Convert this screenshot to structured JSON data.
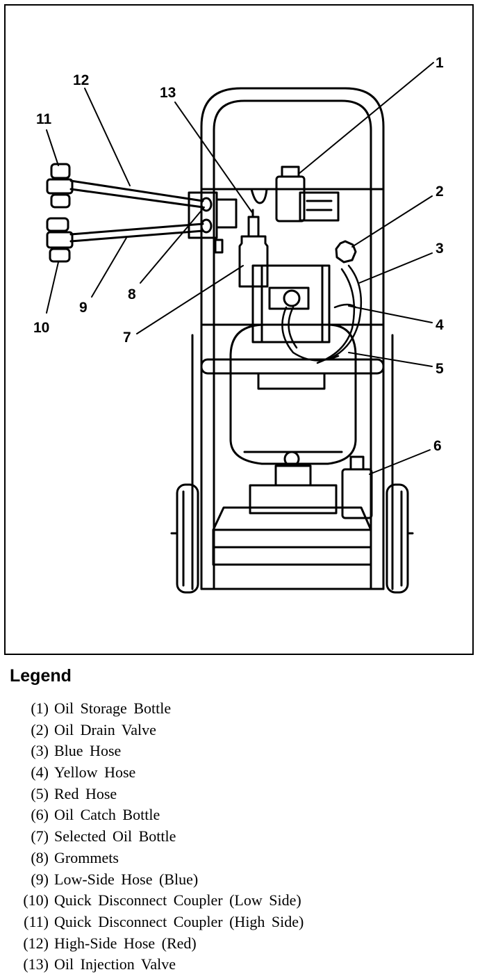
{
  "diagram": {
    "callouts": [
      "1",
      "2",
      "3",
      "4",
      "5",
      "6",
      "7",
      "8",
      "9",
      "10",
      "11",
      "12",
      "13"
    ]
  },
  "legend": {
    "title": "Legend",
    "items": [
      {
        "num": "(1)",
        "text": "Oil Storage Bottle"
      },
      {
        "num": "(2)",
        "text": "Oil Drain Valve"
      },
      {
        "num": "(3)",
        "text": "Blue Hose"
      },
      {
        "num": "(4)",
        "text": "Yellow Hose"
      },
      {
        "num": "(5)",
        "text": "Red Hose"
      },
      {
        "num": "(6)",
        "text": "Oil Catch Bottle"
      },
      {
        "num": "(7)",
        "text": "Selected Oil Bottle"
      },
      {
        "num": "(8)",
        "text": "Grommets"
      },
      {
        "num": "(9)",
        "text": "Low-Side Hose (Blue)"
      },
      {
        "num": "(10)",
        "text": "Quick Disconnect Coupler (Low Side)"
      },
      {
        "num": "(11)",
        "text": "Quick Disconnect Coupler (High Side)"
      },
      {
        "num": "(12)",
        "text": "High-Side Hose (Red)"
      },
      {
        "num": "(13)",
        "text": "Oil Injection Valve"
      }
    ]
  }
}
